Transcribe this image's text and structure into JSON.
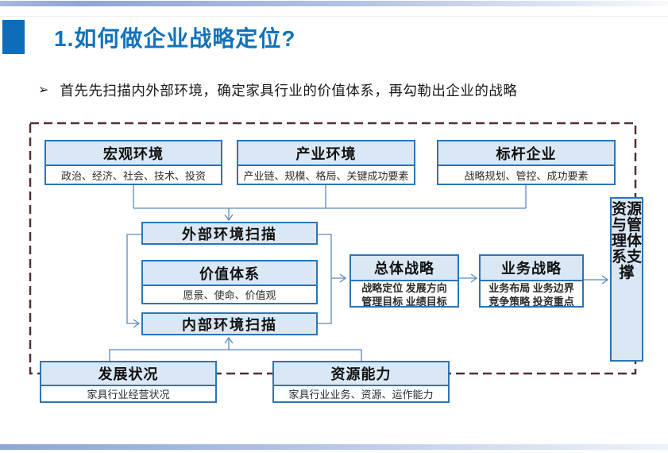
{
  "slide": {
    "title": "1.如何做企业战略定位?",
    "bullet_marker": "➢",
    "bullet_text": "首先先扫描内外部环境，确定家具行业的价值体系，再勾勒出企业的战略"
  },
  "colors": {
    "title_blue": "#1272ba",
    "accent_square_blue": "#0e6cb8",
    "box_border_blue": "#2e74b5",
    "box_fill_light_blue": "#dae7f4",
    "connector_blue": "#5b89bd",
    "dashed_frame_maroon": "#523031",
    "top_bar_blue": "#8fa5d0"
  },
  "diagram": {
    "macro": {
      "title": "宏观环境",
      "detail": "政治、经济、社会、技术、投资"
    },
    "industry": {
      "title": "产业环境",
      "detail": "产业链、规模、格局、关键成功要素"
    },
    "benchmark": {
      "title": "标杆企业",
      "detail": "战略规划、管控、成功要素"
    },
    "external_scan": "外部环境扫描",
    "value_system": {
      "title": "价值体系",
      "detail": "愿景、使命、价值观"
    },
    "internal_scan": "内部环境扫描",
    "overall": {
      "title": "总体战略",
      "line1": "战略定位 发展方向",
      "line2": "管理目标 业绩目标"
    },
    "business": {
      "title": "业务战略",
      "line1": "业务布局 业务边界",
      "line2": "竞争策略 投资重点"
    },
    "support": "资源与管理体系支撑",
    "development": {
      "title": "发展状况",
      "detail": "家具行业经营状况"
    },
    "resources": {
      "title": "资源能力",
      "detail": "家具行业业务、资源、运作能力"
    }
  }
}
